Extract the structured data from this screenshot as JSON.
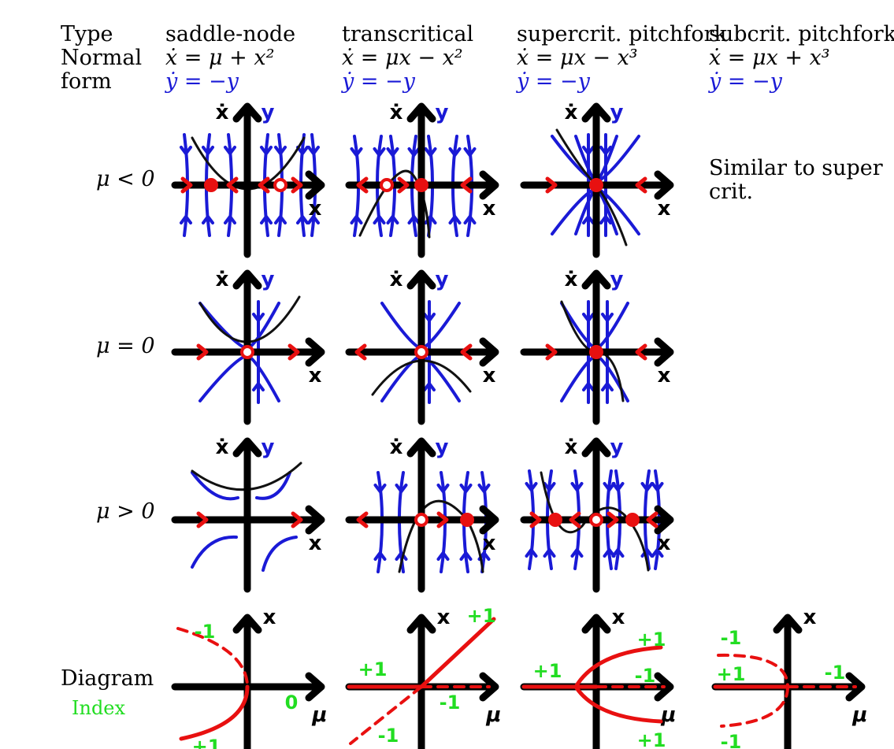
{
  "header": {
    "type_label": "Type",
    "normal_form_label_1": "Normal",
    "normal_form_label_2": "form",
    "columns": [
      {
        "name": "saddle-node",
        "xdot": "ẋ = μ + x²",
        "ydot": "ẏ = −y"
      },
      {
        "name": "transcritical",
        "xdot": "ẋ = μx − x²",
        "ydot": "ẏ = −y"
      },
      {
        "name": "supercrit. pitchfork",
        "xdot": "ẋ = μx − x³",
        "ydot": "ẏ = −y"
      },
      {
        "name": "subcrit. pitchfork",
        "xdot": "ẋ = μx + x³",
        "ydot": "ẏ = −y"
      }
    ]
  },
  "rows": [
    {
      "label": "μ < 0"
    },
    {
      "label": "μ = 0"
    },
    {
      "label": "μ > 0"
    }
  ],
  "similar_note_1": "Similar to super",
  "similar_note_2": "crit.",
  "diagram_label": "Diagram",
  "index_label": "Index",
  "axis_labels": {
    "xdot": "ẋ",
    "y": "y",
    "x": "x",
    "mu": "μ"
  },
  "indices": {
    "saddle_node": {
      "upper": "-1",
      "lower": "+1",
      "zero": "0"
    },
    "transcritical": {
      "upper_right": "+1",
      "left_upper": "+1",
      "right_lower": "-1",
      "left_lower": "-1"
    },
    "supercritical": {
      "left": "+1",
      "upper": "+1",
      "middle": "-1",
      "lower": "+1"
    },
    "subcritical": {
      "upper": "-1",
      "left": "+1",
      "right": "-1",
      "lower": "-1"
    }
  },
  "colors": {
    "axis": "#000000",
    "flow": "#1a1ad6",
    "nullcline": "#111111",
    "fixed_point": "#e81010",
    "index": "#22dd22",
    "branch": "#e81010"
  }
}
